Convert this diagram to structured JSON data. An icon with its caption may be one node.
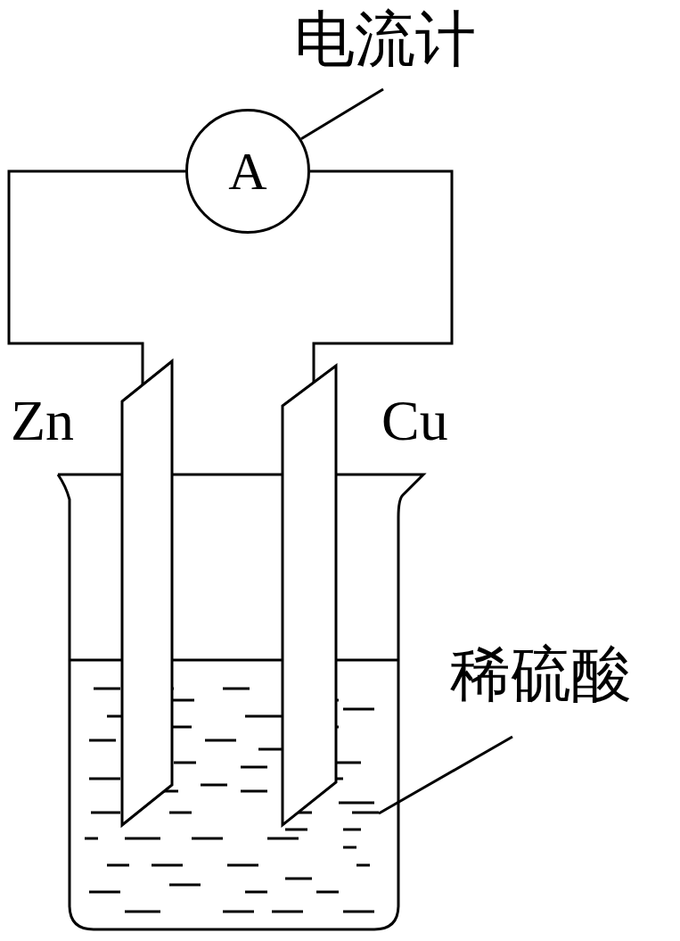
{
  "diagram": {
    "nodes": [
      {
        "text": [
          "电流计"
        ]
      },
      {
        "text": [
          "A"
        ]
      },
      {
        "text": [],
        "shape": "bar",
        "beside": [
          "Zn"
        ]
      },
      {
        "text": [],
        "shape": "bar",
        "beside": [
          "Cu"
        ]
      },
      {
        "text": [
          "稀硫酸"
        ]
      }
    ],
    "edges": [
      {
        "from": 0,
        "to": 1,
        "arrow": "none"
      },
      {
        "from": 1,
        "to": 2,
        "arrow": "none"
      },
      {
        "from": 1,
        "to": 3,
        "arrow": "none"
      },
      {
        "from": 4,
        "to": null,
        "arrow": "none"
      }
    ]
  }
}
